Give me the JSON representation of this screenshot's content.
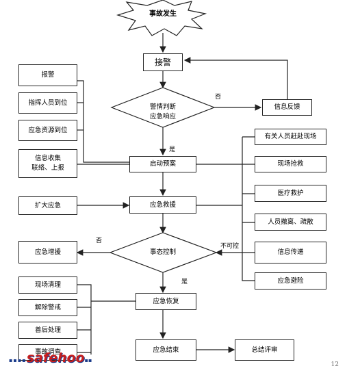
{
  "start": "事故发生",
  "receive": "接警",
  "decision1": "警情判断\n应急响应",
  "decision1_no": "否",
  "decision1_yes": "是",
  "feedback": "信息反馈",
  "left_top": [
    "报警",
    "指挥人员到位",
    "应急资源到位",
    "信息收集\n联络、上报"
  ],
  "start_plan": "启动预案",
  "right_mid": [
    "有关人员赶赴现场",
    "现场抢救",
    "医疗救护",
    "人员撤离、疏散",
    "信息传递",
    "应急避险"
  ],
  "expand": "扩大应急",
  "rescue": "应急救援",
  "reinforce": "应急增援",
  "decision2": "事态控制",
  "decision2_no": "否",
  "decision2_yes": "是",
  "uncontrollable": "不可控",
  "left_bottom": [
    "现场清理",
    "解除警戒",
    "善后处理",
    "事故调查"
  ],
  "recover": "应急恢复",
  "end": "应急结束",
  "review": "总结评审",
  "logo_text": "safehoo",
  "page_number": "12"
}
